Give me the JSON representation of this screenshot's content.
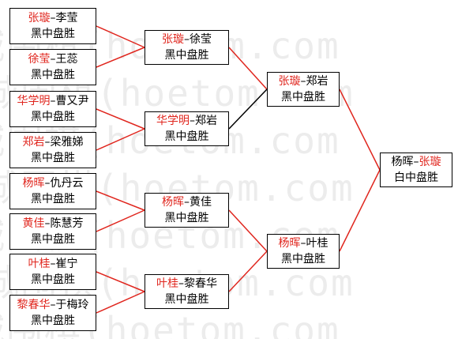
{
  "watermark": {
    "lines": [
      "城围棋(hoetom.com",
      "城围棋(hoetom.com",
      "城围棋(hoetom.com",
      "城围棋(hoetom.com",
      "城围棋(hoetom.com",
      "城围棋(hoetom.com",
      "城围棋(hoetom.com"
    ]
  },
  "colors": {
    "winner": "#e0261e",
    "line_red": "#e0261e",
    "line_black": "#000000",
    "text": "#000000"
  },
  "matches": [
    {
      "id": "r1m1",
      "p1": "张璇",
      "p2": "李莹",
      "red": "p1",
      "result": "黑中盘胜"
    },
    {
      "id": "r1m2",
      "p1": "徐莹",
      "p2": "王蕊",
      "red": "p1",
      "result": "黑中盘胜"
    },
    {
      "id": "r1m3",
      "p1": "华学明",
      "p2": "曹又尹",
      "red": "p1",
      "result": "黑中盘胜"
    },
    {
      "id": "r1m4",
      "p1": "郑岩",
      "p2": "梁雅娣",
      "red": "p1",
      "result": "黑中盘胜"
    },
    {
      "id": "r1m5",
      "p1": "杨晖",
      "p2": "仇丹云",
      "red": "p1",
      "result": "黑中盘胜"
    },
    {
      "id": "r1m6",
      "p1": "黄佳",
      "p2": "陈慧芳",
      "red": "p1",
      "result": "黑中盘胜"
    },
    {
      "id": "r1m7",
      "p1": "叶桂",
      "p2": "崔宁",
      "red": "p1",
      "result": "黑中盘胜"
    },
    {
      "id": "r1m8",
      "p1": "黎春华",
      "p2": "于梅玲",
      "red": "p1",
      "result": "黑中盘胜"
    },
    {
      "id": "r2m1",
      "p1": "张璇",
      "p2": "徐莹",
      "red": "p1",
      "result": "黑中盘胜"
    },
    {
      "id": "r2m2",
      "p1": "华学明",
      "p2": "郑岩",
      "red": "p1",
      "result": "黑中盘胜"
    },
    {
      "id": "r2m3",
      "p1": "杨晖",
      "p2": "黄佳",
      "red": "p1",
      "result": "黑中盘胜"
    },
    {
      "id": "r2m4",
      "p1": "叶桂",
      "p2": "黎春华",
      "red": "p1",
      "result": "黑中盘胜"
    },
    {
      "id": "r3m1",
      "p1": "张璇",
      "p2": "郑岩",
      "red": "p1",
      "result": "黑中盘胜"
    },
    {
      "id": "r3m2",
      "p1": "杨晖",
      "p2": "叶桂",
      "red": "p1",
      "result": "黑中盘胜"
    },
    {
      "id": "final",
      "p1": "杨晖",
      "p2": "张璇",
      "red": "p2",
      "result": "白中盘胜"
    }
  ],
  "connections": [
    {
      "from": "r1m1",
      "to": "r2m1",
      "color": "red"
    },
    {
      "from": "r1m2",
      "to": "r2m1",
      "color": "red"
    },
    {
      "from": "r1m3",
      "to": "r2m2",
      "color": "red"
    },
    {
      "from": "r1m4",
      "to": "r2m2",
      "color": "red"
    },
    {
      "from": "r1m5",
      "to": "r2m3",
      "color": "red"
    },
    {
      "from": "r1m6",
      "to": "r2m3",
      "color": "red"
    },
    {
      "from": "r1m7",
      "to": "r2m4",
      "color": "red"
    },
    {
      "from": "r1m8",
      "to": "r2m4",
      "color": "red"
    },
    {
      "from": "r2m1",
      "to": "r3m1",
      "color": "red"
    },
    {
      "from": "r2m2",
      "to": "r3m1",
      "color": "black"
    },
    {
      "from": "r2m3",
      "to": "r3m2",
      "color": "red"
    },
    {
      "from": "r2m4",
      "to": "r3m2",
      "color": "red"
    },
    {
      "from": "r3m1",
      "to": "final",
      "color": "red"
    },
    {
      "from": "r3m2",
      "to": "final",
      "color": "red"
    }
  ]
}
